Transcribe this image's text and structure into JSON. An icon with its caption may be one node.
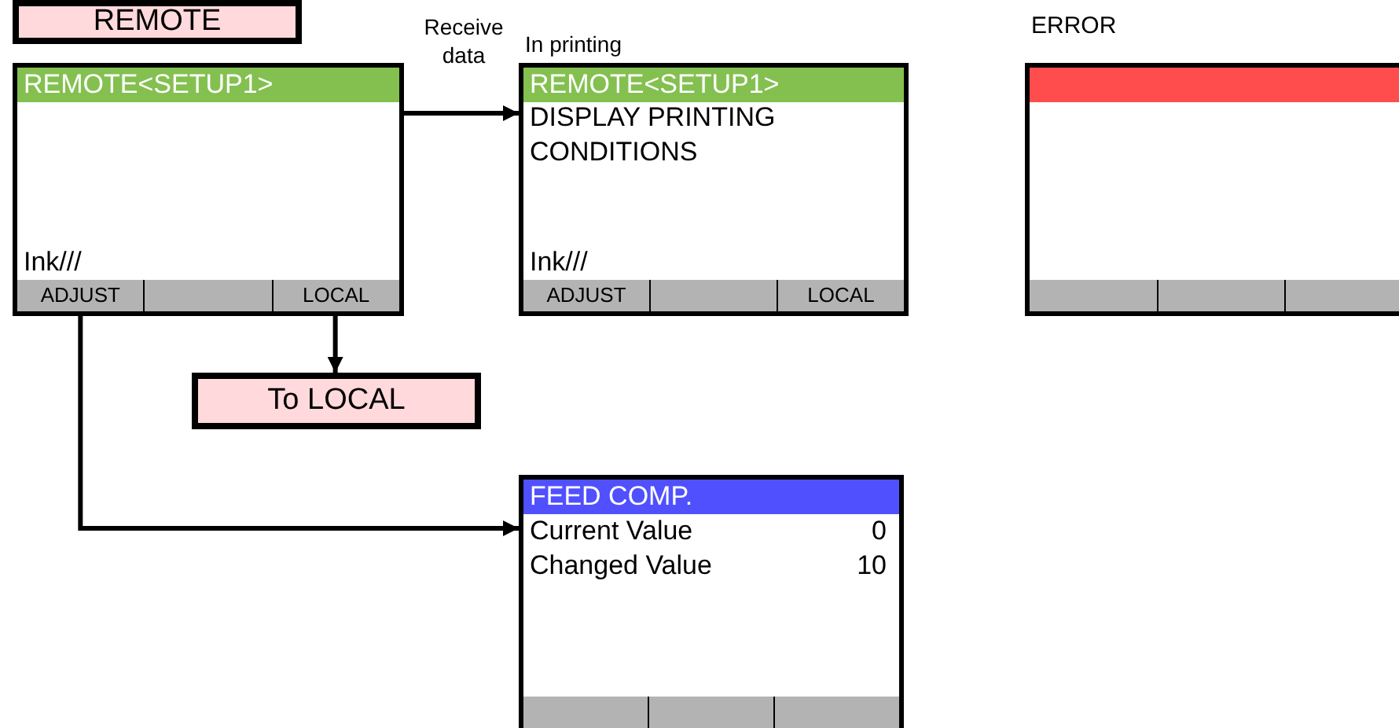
{
  "diagram": {
    "nodes": [
      {
        "text": [
          "REMOTE"
        ]
      },
      {
        "text": [
          "REMOTE<SETUP1>",
          "Ink///"
        ]
      },
      {
        "text": [
          "ADJUST"
        ],
        "in": 1
      },
      {
        "text": [],
        "shape": "box",
        "in": 1
      },
      {
        "text": [
          "LOCAL"
        ],
        "in": 1
      },
      {
        "text": [
          "REMOTE<SETUP1>",
          "DISPLAY PRINTING CONDITIONS",
          "Ink///"
        ],
        "beside": [
          "In printing"
        ]
      },
      {
        "text": [
          "ADJUST"
        ],
        "in": 5
      },
      {
        "text": [],
        "shape": "box",
        "in": 5
      },
      {
        "text": [
          "LOCAL"
        ],
        "in": 5
      },
      {
        "text": [
          "ERROR"
        ]
      },
      {
        "text": [],
        "shape": "bar",
        "in": 9
      },
      {
        "text": [],
        "shape": "box",
        "in": 9
      },
      {
        "text": [],
        "shape": "box",
        "in": 9
      },
      {
        "text": [],
        "shape": "box",
        "in": 9
      },
      {
        "text": [
          "To LOCAL"
        ]
      },
      {
        "text": [
          "FEED COMP.",
          "Current Value",
          "0",
          "Changed Value",
          "10"
        ]
      },
      {
        "text": [],
        "shape": "box",
        "in": 15
      },
      {
        "text": [],
        "shape": "box",
        "in": 15
      },
      {
        "text": [],
        "shape": "box",
        "in": 15
      }
    ],
    "edges": [
      {
        "from": 1,
        "to": 5,
        "arrow": "to",
        "label": "Receive data"
      },
      {
        "from": 4,
        "to": 14,
        "arrow": "to"
      },
      {
        "from": 2,
        "to": 15,
        "arrow": "to"
      }
    ]
  }
}
